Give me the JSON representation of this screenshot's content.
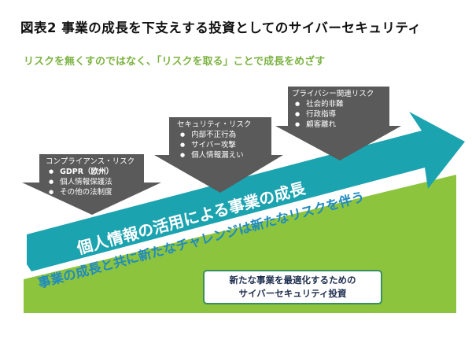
{
  "figure": {
    "title": "図表2 事業の成長を下支えする投資としてのサイバーセキュリティ",
    "subtitle": "リスクを無くすのではなく、「リスクを取る」ことで成長をめざす"
  },
  "risks": [
    {
      "header": "コンプライアンス・リスク",
      "items": [
        "GDPR（欧州）",
        "個人情報保護法",
        "その他の法制度"
      ]
    },
    {
      "header": "セキュリティ・リスク",
      "items": [
        "内部不正行為",
        "サイバー攻撃",
        "個人情報漏えい"
      ]
    },
    {
      "header": "プライバシー関連リスク",
      "items": [
        "社会的非難",
        "行政指導",
        "顧客離れ"
      ]
    }
  ],
  "arrow_text": "個人情報の活用による事業の成長",
  "challenge_text": "事業の成長と共に新たなチャレンジは新たなリスクを伴う",
  "investment": {
    "line1": "新たな事業を最適化するための",
    "line2": "サイバーセキュリティ投資"
  },
  "colors": {
    "arrow": "#1ba3b0",
    "green": "#8cc43e",
    "gray": "#5a5a5a",
    "challenge_text": "#1f8bc0",
    "subtitle": "#7cb342"
  }
}
